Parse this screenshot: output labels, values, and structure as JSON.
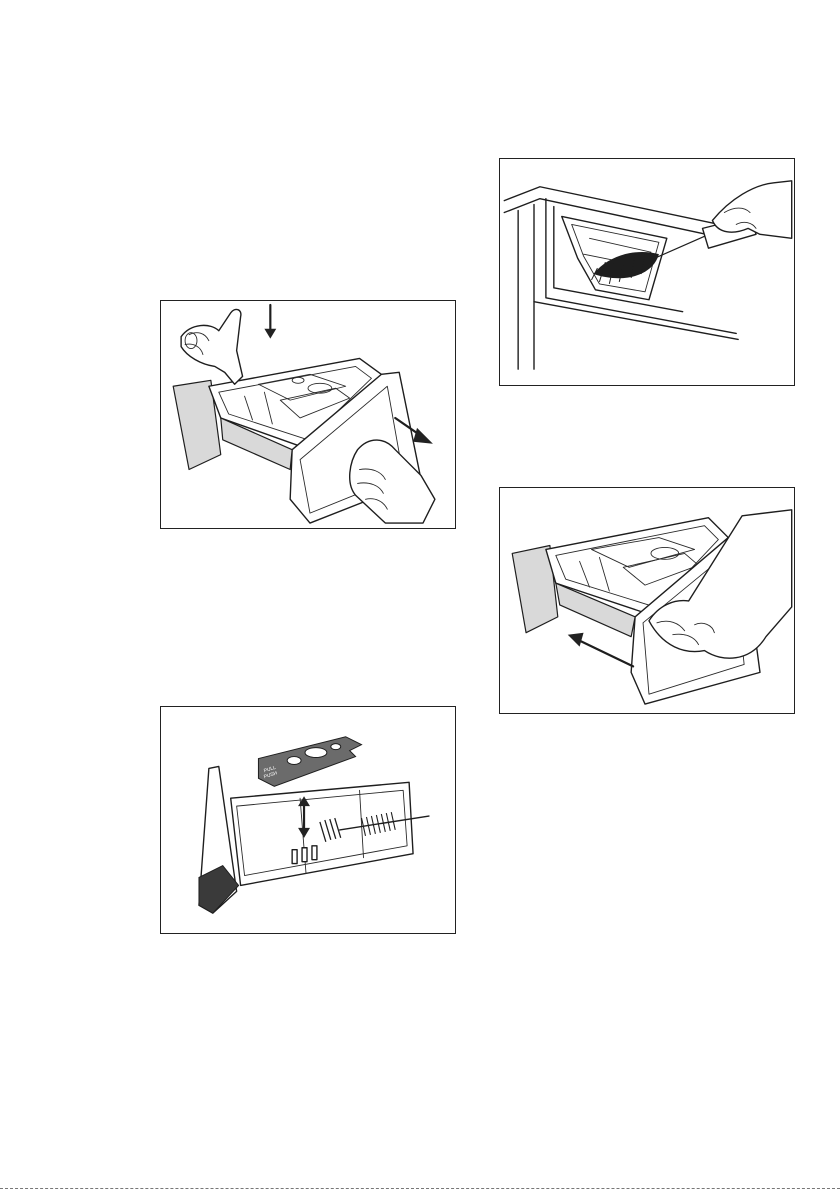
{
  "page": {
    "figures": [
      {
        "id": "fig-1",
        "depicts": "press-release-lever-and-pull-drawer"
      },
      {
        "id": "fig-2",
        "depicts": "remove-insert-and-brush-drawer"
      },
      {
        "id": "fig-3",
        "depicts": "brush-dispenser-recess"
      },
      {
        "id": "fig-4",
        "depicts": "push-drawer-back-in"
      }
    ],
    "fig2_insert_lettering": [
      "PULL",
      "PUSH"
    ]
  },
  "colors": {
    "line": "#1e1e1e",
    "frame": "#222222",
    "shade": "#d9d9d9",
    "background": "#ffffff"
  }
}
